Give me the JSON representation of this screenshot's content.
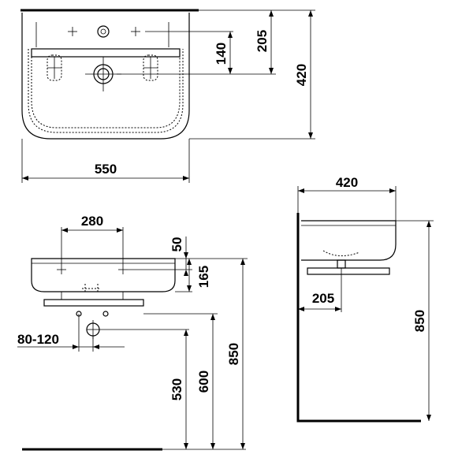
{
  "dimensions": {
    "top_offset_140": "140",
    "top_offset_205": "205",
    "top_depth_420": "420",
    "top_width_550": "550",
    "front_holes_280": "280",
    "front_rim_50": "50",
    "front_height_165": "165",
    "front_trap_80_120": "80-120",
    "front_floor_530": "530",
    "front_floor_600": "600",
    "front_floor_850": "850",
    "side_depth_420": "420",
    "side_offset_205": "205",
    "side_height_850": "850"
  },
  "colors": {
    "line": "#000000",
    "background": "#ffffff"
  }
}
